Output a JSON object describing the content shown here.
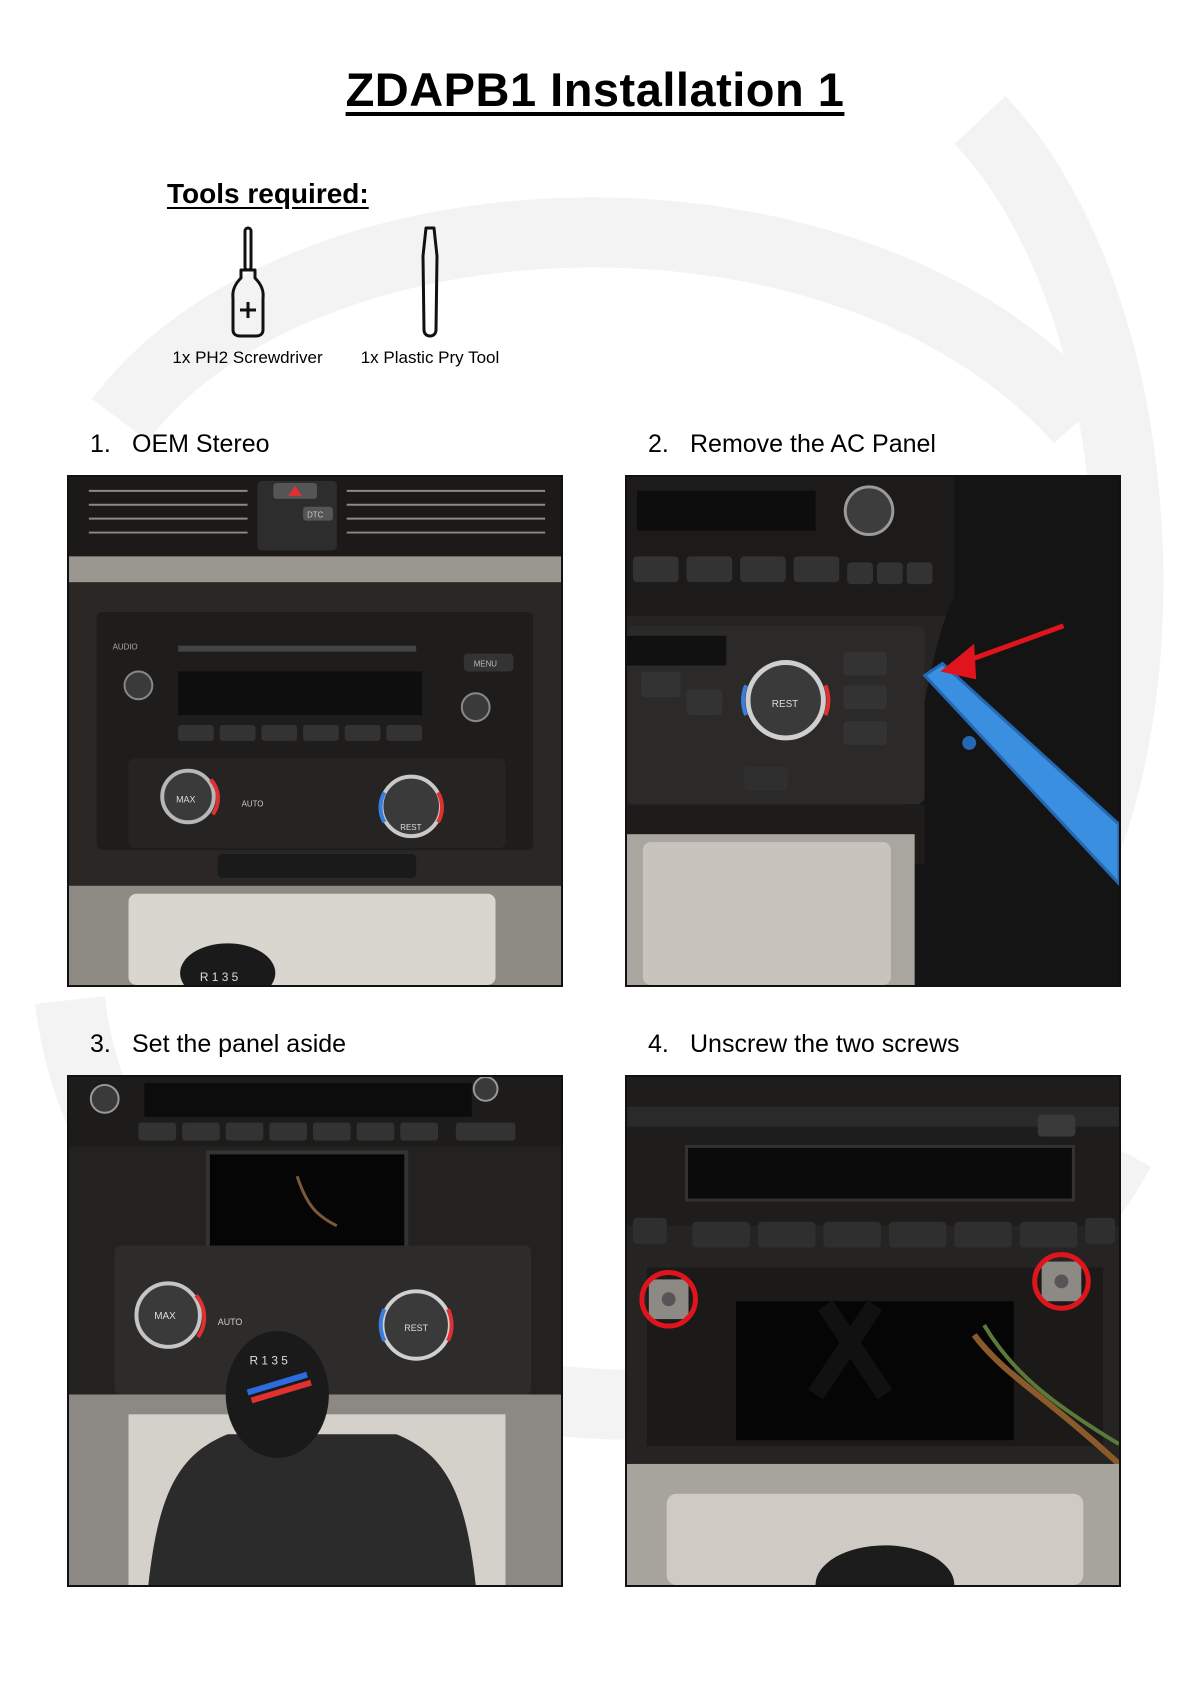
{
  "page": {
    "title": "ZDAPB1 Installation 1"
  },
  "tools": {
    "heading": "Tools required:",
    "items": [
      {
        "icon": "screwdriver-icon",
        "label": "1x PH2 Screwdriver"
      },
      {
        "icon": "pry-tool-icon",
        "label": "1x Plastic Pry Tool"
      }
    ]
  },
  "steps": [
    {
      "number": "1.",
      "label": "OEM Stereo"
    },
    {
      "number": "2.",
      "label": "Remove the AC Panel"
    },
    {
      "number": "3.",
      "label": "Set the panel aside"
    },
    {
      "number": "4.",
      "label": "Unscrew the two screws"
    }
  ],
  "photo_text": {
    "max": "MAX",
    "auto": "AUTO",
    "rest": "REST",
    "menu": "MENU",
    "audio": "AUDIO",
    "dtc": "DTC",
    "gear": "R 1 3 5"
  },
  "colors": {
    "annotation_red": "#e0141c",
    "pry_tool_blue": "#3a8fe0"
  }
}
